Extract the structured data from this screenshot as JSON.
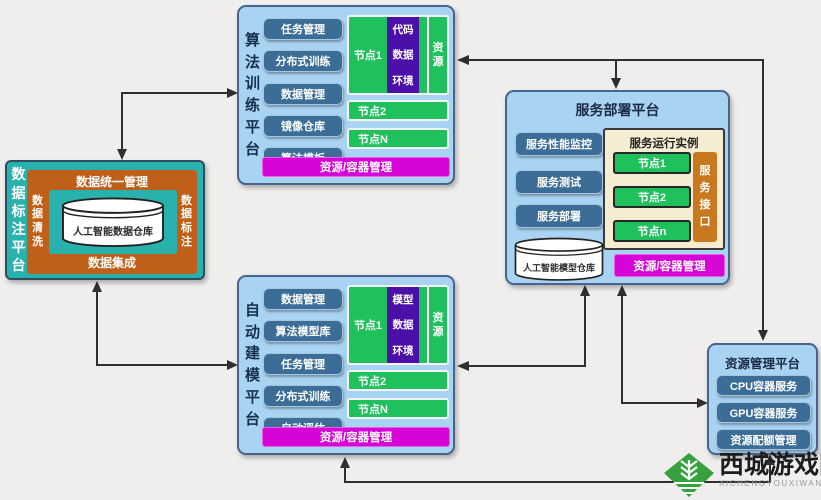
{
  "colors": {
    "panel_blue": "#a9d3f2",
    "chip_blue": "#3b6d97",
    "node_green": "#1ec15c",
    "stack_purple": "#4c0fa8",
    "footer_magenta": "#d704d7",
    "teal": "#29b2ad",
    "orange": "#c06018",
    "cream": "#f6ecd2",
    "interface_orange": "#c8791f",
    "logo_green": "#36a23e",
    "arrow": "#2f2f2f"
  },
  "training": {
    "title": "算法训练平台",
    "modules": [
      "任务管理",
      "分布式训练",
      "数据管理",
      "镜像仓库",
      "算法模板"
    ],
    "node1_label": "节点1",
    "node1_stack": [
      "代码",
      "数据",
      "环境"
    ],
    "node1_resource": "资源",
    "node2": "节点2",
    "nodeN": "节点N",
    "footer": "资源/容器管理"
  },
  "annotation": {
    "title": "数据标注平台",
    "top": "数据统一管理",
    "left": "数据清洗",
    "right": "数据标注",
    "bottom": "数据集成",
    "warehouse": "人工智能数据仓库"
  },
  "modeling": {
    "title": "自动建模平台",
    "modules": [
      "数据管理",
      "算法模型库",
      "任务管理",
      "分布式训练",
      "自动评估"
    ],
    "node1_label": "节点1",
    "node1_stack": [
      "模型",
      "数据",
      "环境"
    ],
    "node1_resource": "资源",
    "node2": "节点2",
    "nodeN": "节点N",
    "footer": "资源/容器管理"
  },
  "deployment": {
    "title": "服务部署平台",
    "modules": [
      "服务性能监控",
      "服务测试",
      "服务部署"
    ],
    "instances_title": "服务运行实例",
    "instance_nodes": [
      "节点1",
      "节点2",
      "节点n"
    ],
    "interface": "服务接口",
    "warehouse": "人工智能模型仓库",
    "footer": "资源/容器管理"
  },
  "resource": {
    "title": "资源管理平台",
    "modules": [
      "CPU容器服务",
      "GPU容器服务",
      "资源配额管理"
    ]
  },
  "watermark": {
    "name": "西城游戏网",
    "subtitle": "XICHENGYOUXIWANG"
  }
}
